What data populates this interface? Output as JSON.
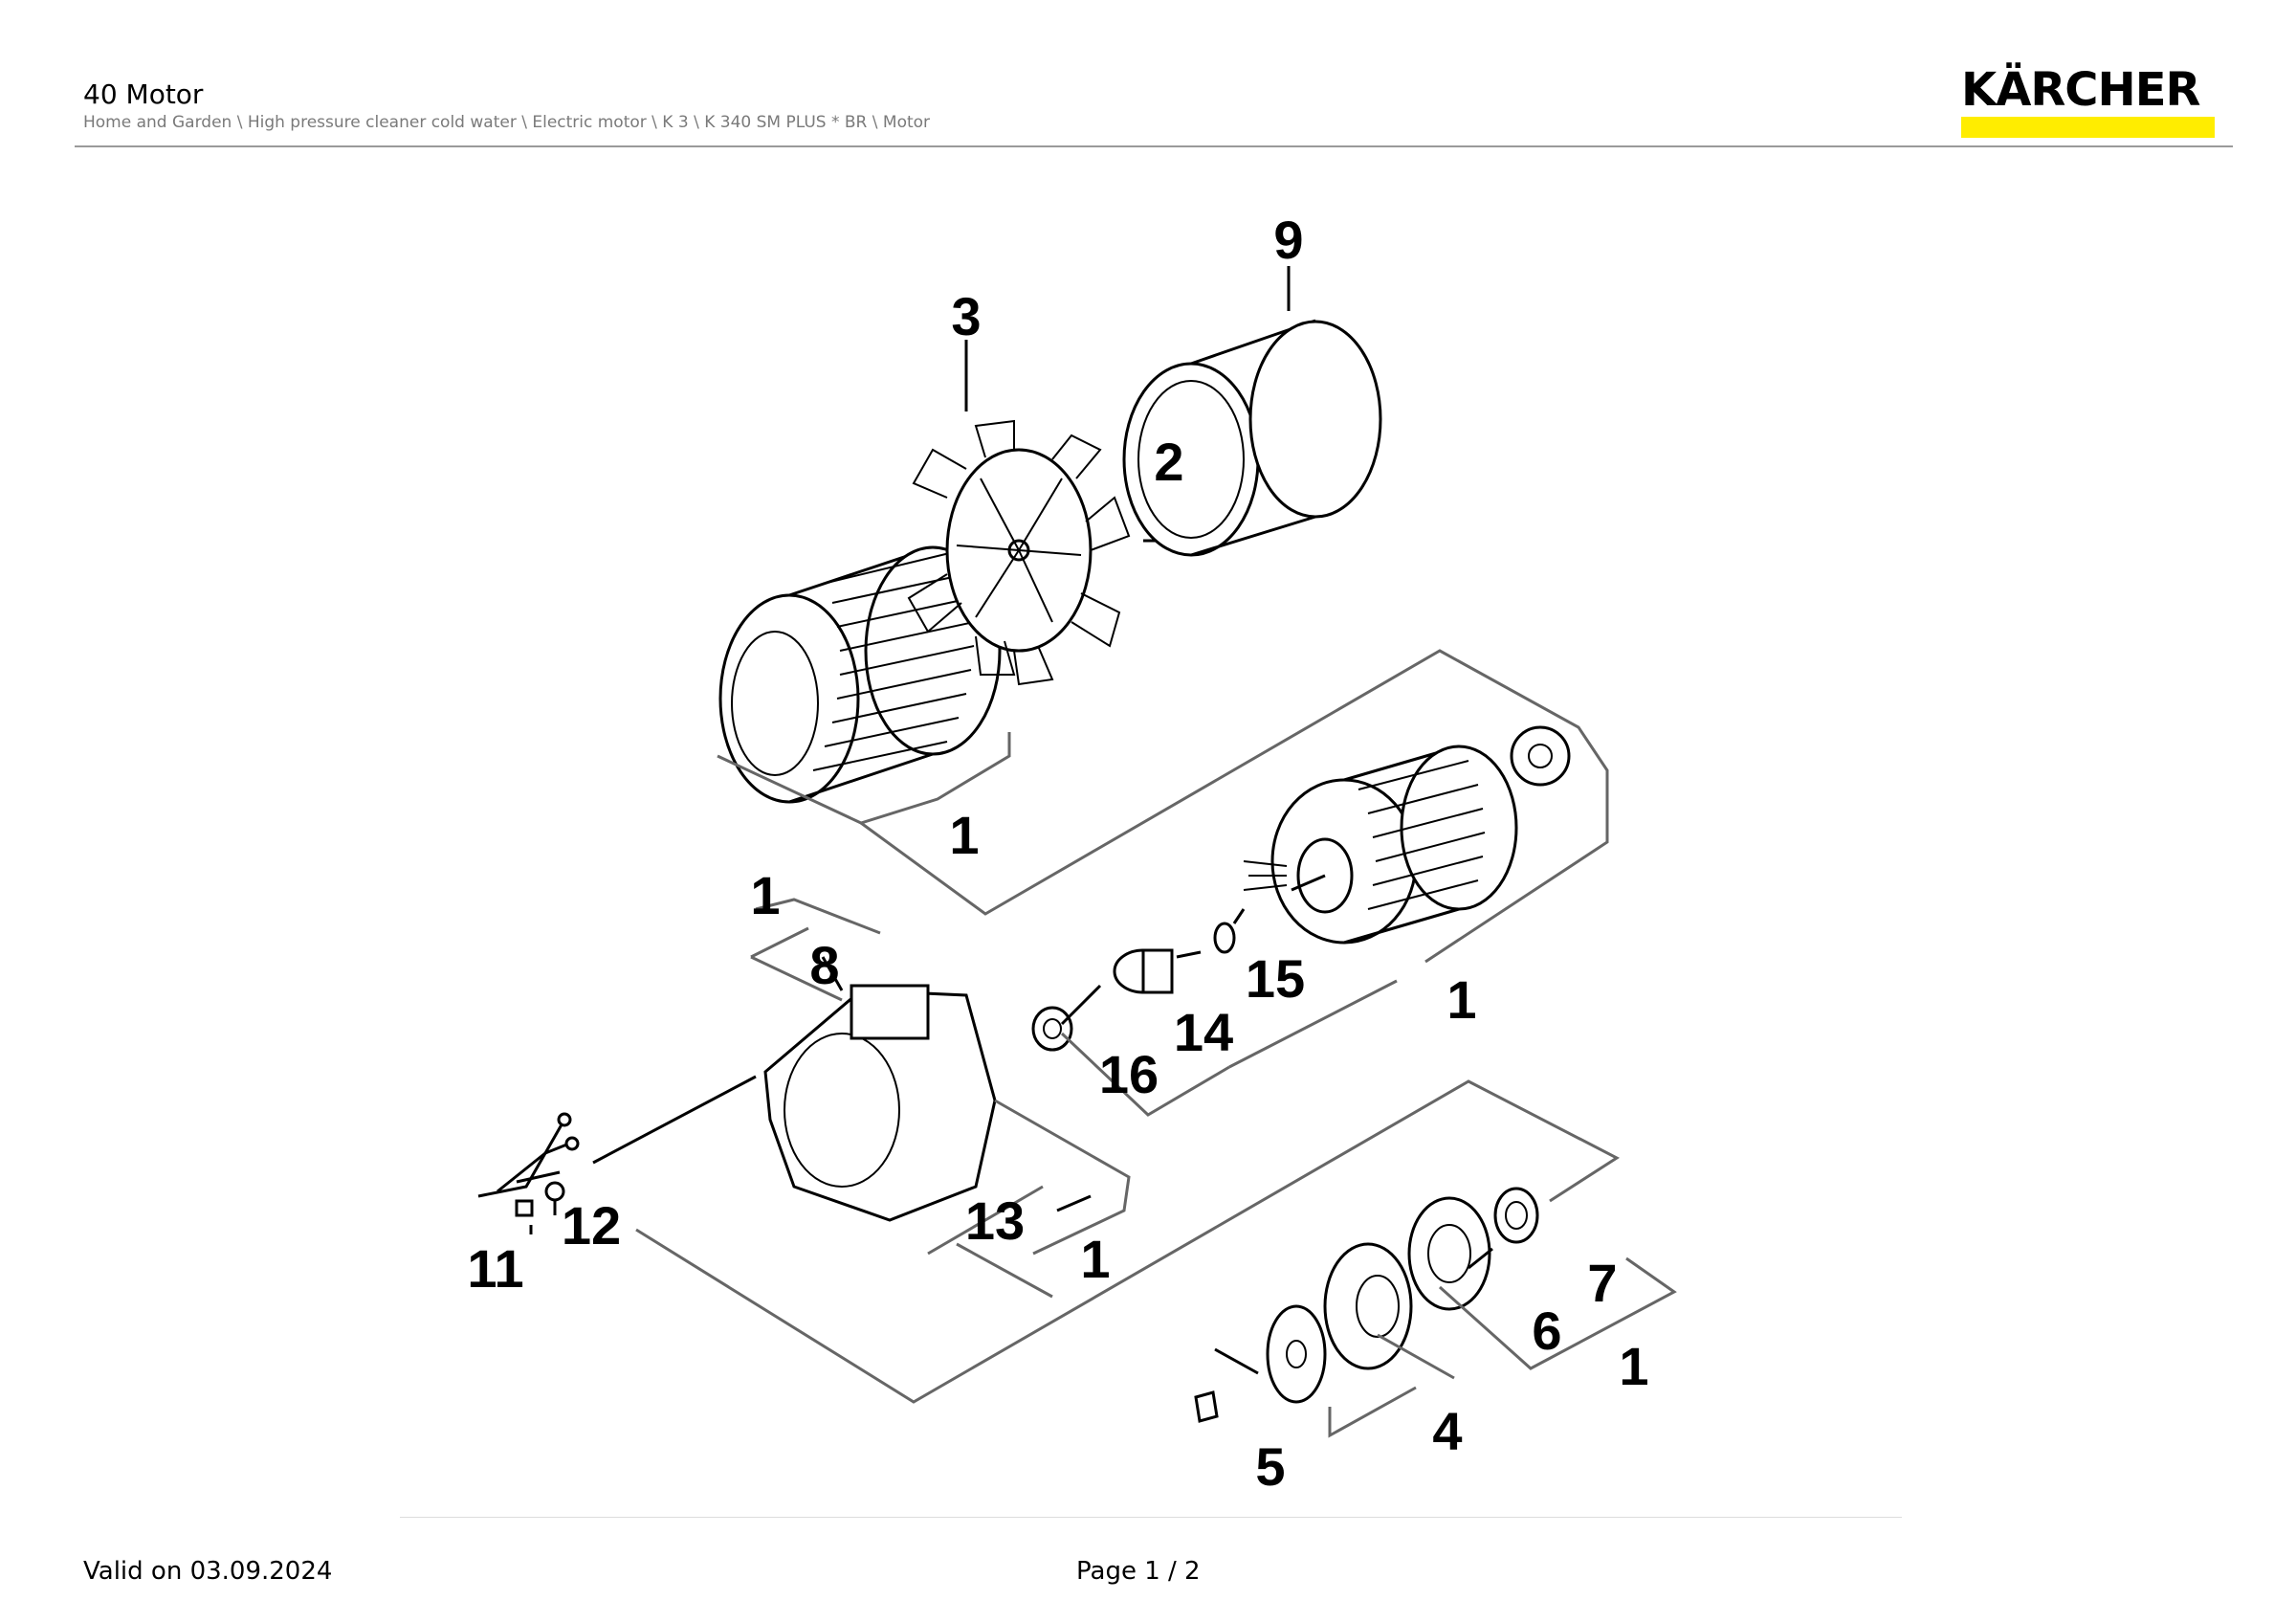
{
  "header": {
    "title": "40 Motor",
    "breadcrumb": "Home and Garden \\ High pressure cleaner cold water \\ Electric motor \\ K 3 \\ K 340 SM PLUS * BR \\ Motor",
    "brand": "KÄRCHER",
    "brand_colors": {
      "yellow": "#ffed00",
      "text": "#000000"
    }
  },
  "diagram": {
    "callouts": [
      "9",
      "3",
      "2",
      "1",
      "1",
      "8",
      "15",
      "14",
      "1",
      "16",
      "11",
      "12",
      "13",
      "1",
      "7",
      "6",
      "1",
      "4",
      "5"
    ]
  },
  "footer": {
    "valid": "Valid on 03.09.2024",
    "page": "Page 1 / 2"
  }
}
